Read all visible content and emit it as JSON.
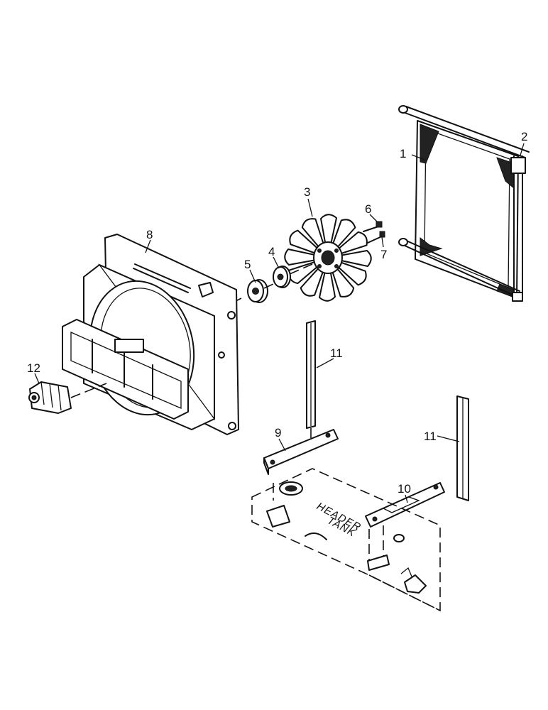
{
  "callouts": [
    {
      "id": "1",
      "label": "1"
    },
    {
      "id": "2",
      "label": "2"
    },
    {
      "id": "3",
      "label": "3"
    },
    {
      "id": "4",
      "label": "4"
    },
    {
      "id": "5",
      "label": "5"
    },
    {
      "id": "6",
      "label": "6"
    },
    {
      "id": "7",
      "label": "7"
    },
    {
      "id": "8",
      "label": "8"
    },
    {
      "id": "9",
      "label": "9"
    },
    {
      "id": "10",
      "label": "10"
    },
    {
      "id": "11a",
      "label": "11"
    },
    {
      "id": "11b",
      "label": "11"
    },
    {
      "id": "12",
      "label": "12"
    }
  ],
  "tank": {
    "line1": "HEADER",
    "line2": "TANK"
  },
  "colors": {
    "ink": "#111111",
    "paper": "#ffffff"
  }
}
